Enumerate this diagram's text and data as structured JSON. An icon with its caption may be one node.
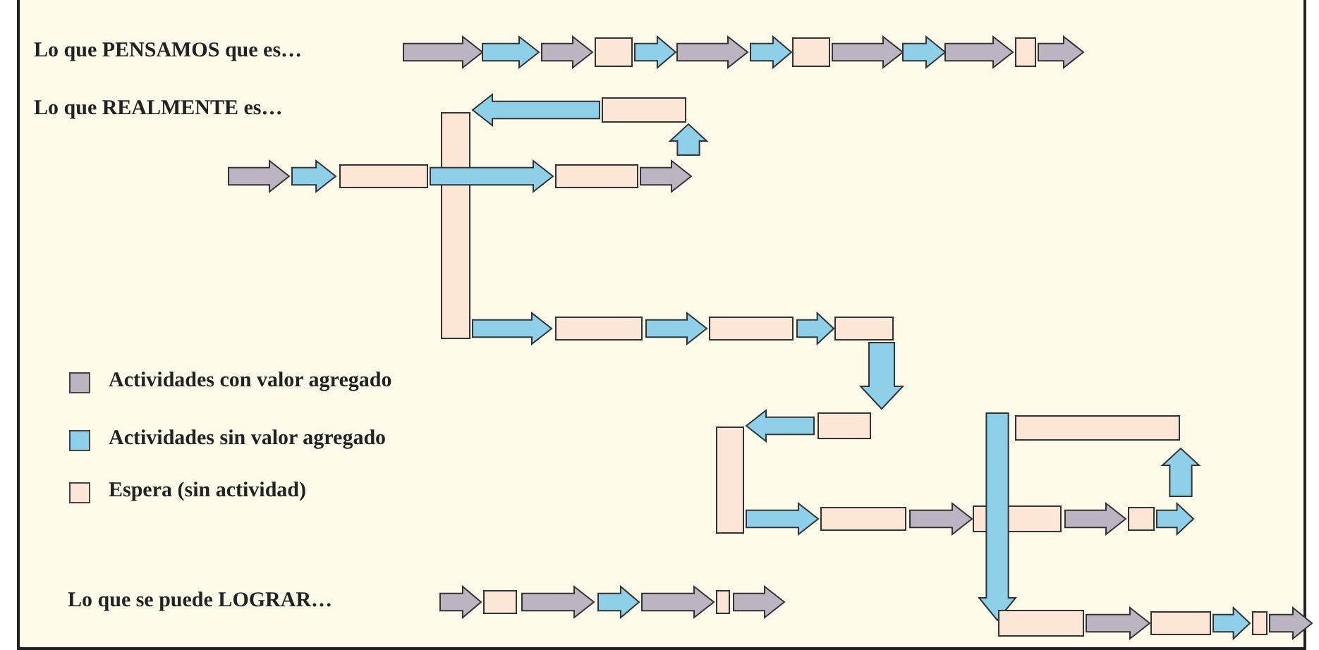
{
  "diagram": {
    "labels": [
      "Lo que PENSAMOS que es…",
      "Lo que REALMENTE es…",
      "Lo que se puede LOGRAR…"
    ],
    "legend": [
      {
        "text": "Actividades con valor agregado",
        "color": "#bcb4c0"
      },
      {
        "text": "Actividades sin valor agregado",
        "color": "#8ecfea"
      },
      {
        "text": "Espera (sin actividad)",
        "color": "#fde6d6"
      }
    ]
  }
}
